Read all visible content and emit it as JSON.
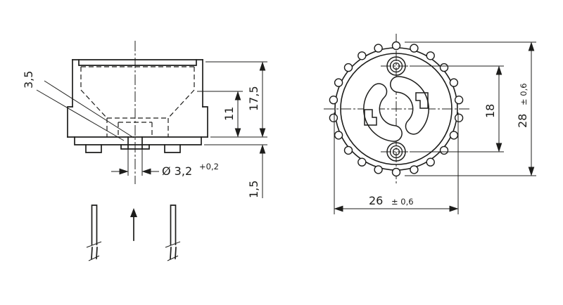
{
  "colors": {
    "line": "#1d1d1b",
    "background": "#ffffff"
  },
  "side_view": {
    "dims": {
      "wall_thickness": "3,5",
      "total_height": "17,5",
      "inner_height": "11",
      "hole_diameter": "Ø 3,2",
      "hole_tolerance": "+0,2",
      "base_thickness": "1,5"
    }
  },
  "front_view": {
    "dims": {
      "screw_hole_spacing": "18",
      "outer_diameter": "28",
      "outer_diameter_tolerance": "± 0,6",
      "body_diameter": "26",
      "body_diameter_tolerance": "± 0,6"
    }
  }
}
